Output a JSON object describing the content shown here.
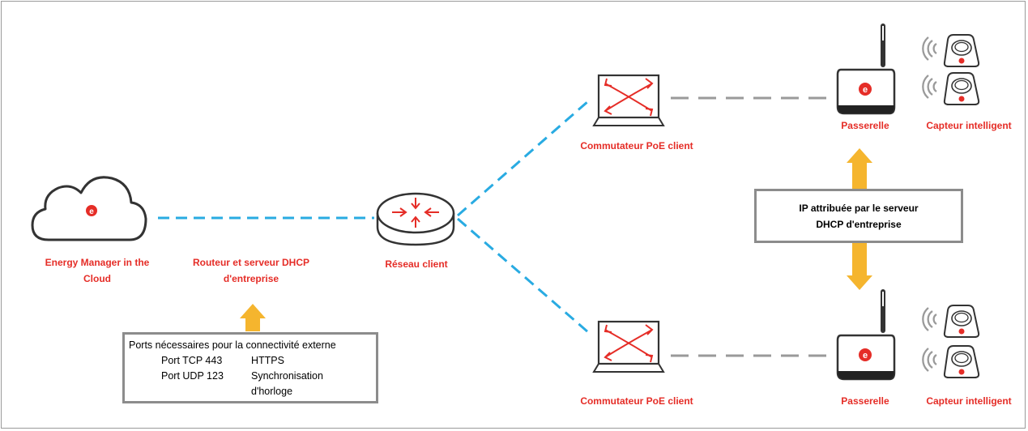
{
  "nodes": {
    "cloud_label": "Energy Manager in the Cloud",
    "router_dhcp_label": "Routeur et serveur DHCP d'entreprise",
    "network_label": "Réseau client",
    "switch_top_label": "Commutateur PoE client",
    "switch_bottom_label": "Commutateur PoE client",
    "gateway_top_label": "Passerelle",
    "gateway_bottom_label": "Passerelle",
    "sensor_top_label": "Capteur intelligent",
    "sensor_bottom_label": "Capteur intelligent"
  },
  "dhcp_note": "IP attribuée par le serveur DHCP d'entreprise",
  "ports": {
    "title": "Ports nécessaires pour la connectivité externe",
    "rows": [
      {
        "port": "Port TCP 443",
        "purpose": "HTTPS"
      },
      {
        "port": "Port UDP 123",
        "purpose": "Synchronisation d'horloge"
      }
    ]
  },
  "colors": {
    "accent_red": "#e52d27",
    "link_blue": "#29abe2",
    "link_gray": "#9a9a9a",
    "arrow_orange": "#f5b52e",
    "box_border": "#8c8c8c"
  },
  "icons": [
    "cloud-icon",
    "router-icon",
    "poe-switch-icon",
    "gateway-icon",
    "smart-sensor-icon",
    "wireless-signal-icon"
  ]
}
